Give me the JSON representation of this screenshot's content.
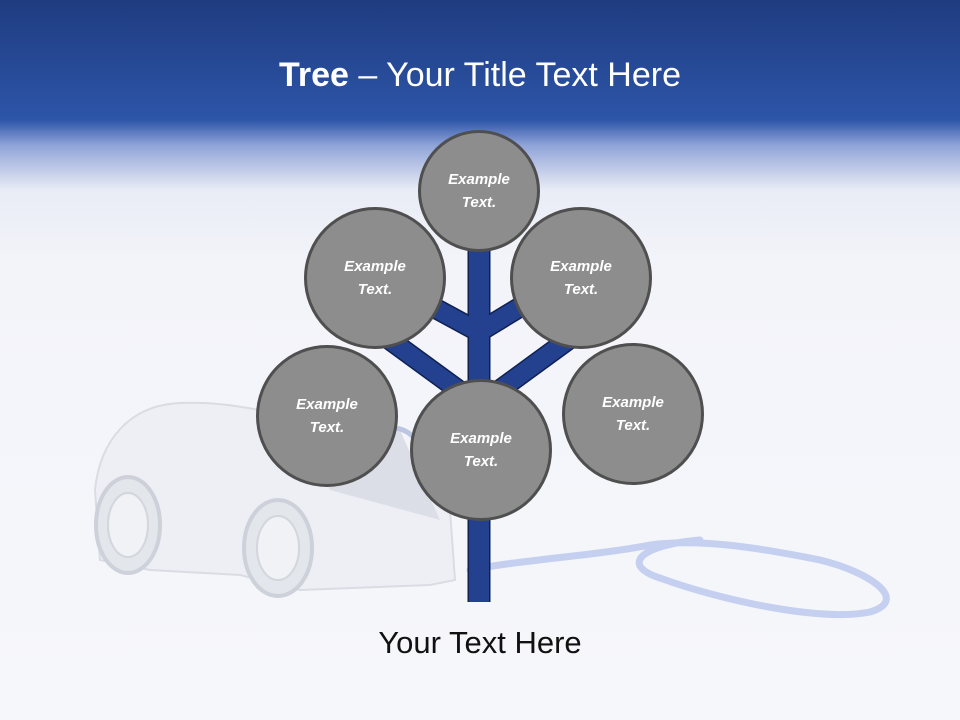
{
  "slide": {
    "title_bold": "Tree",
    "title_rest": " – Your Title Text Here",
    "caption": "Your Text Here",
    "nodes": [
      {
        "label": "Example\nText."
      },
      {
        "label": "Example\nText."
      },
      {
        "label": "Example\nText."
      },
      {
        "label": "Example\nText."
      },
      {
        "label": "Example\nText."
      },
      {
        "label": "Example\nText."
      }
    ]
  },
  "colors": {
    "header": "#2d55a8",
    "trunk": "#23418f",
    "trunk_outline": "#0f2153",
    "node_fill": "#8d8d8d",
    "node_border": "#4f4f4f"
  },
  "background_image": "electric-car-with-plug-cable"
}
